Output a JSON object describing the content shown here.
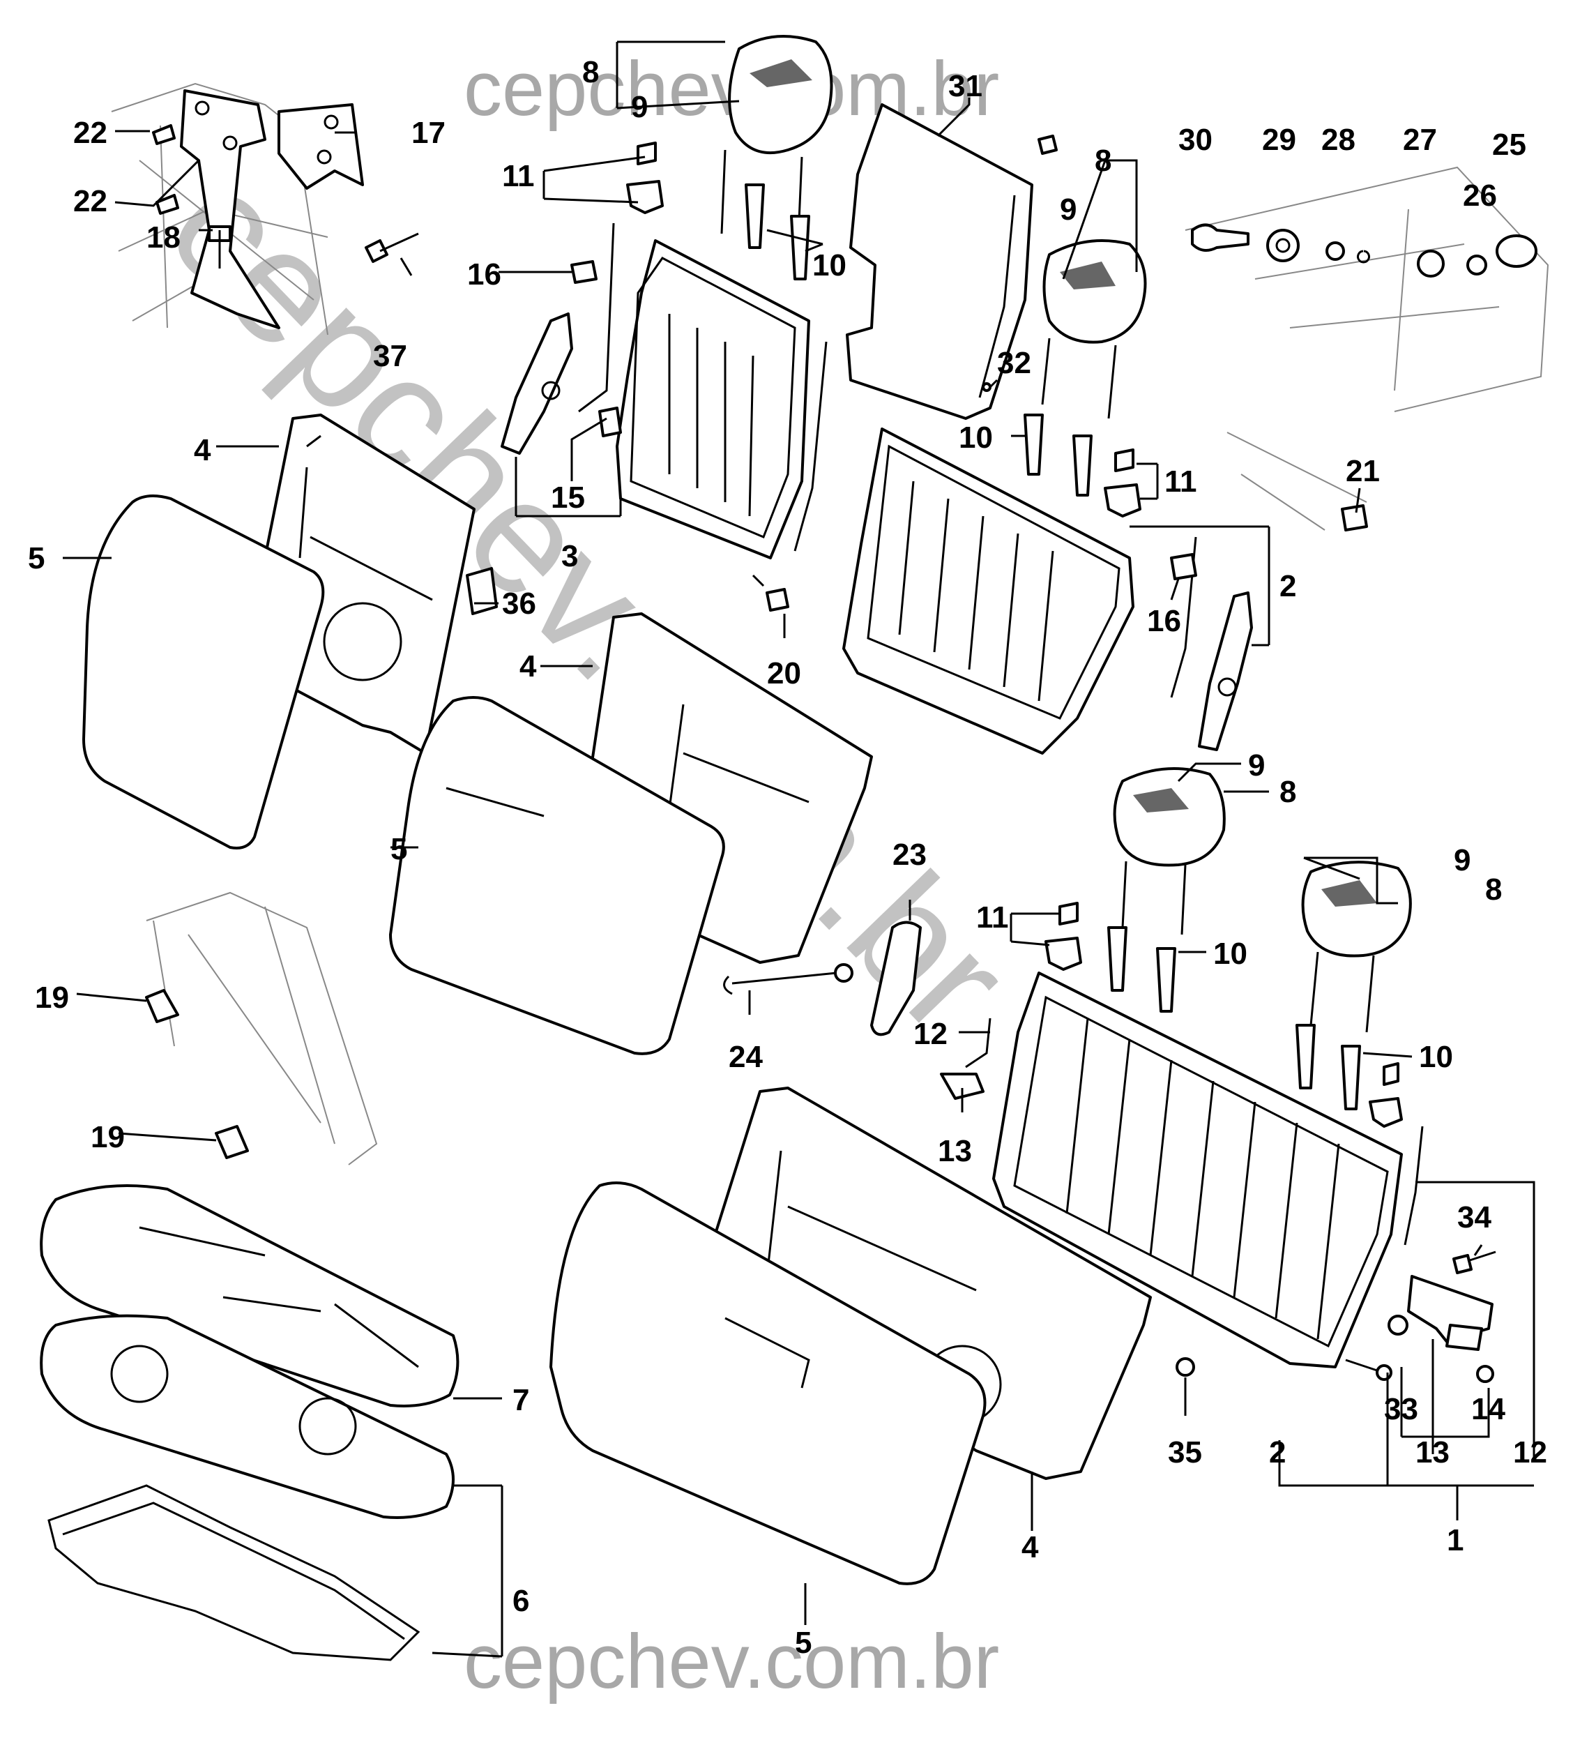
{
  "watermark": {
    "top": "cepchev.com.br",
    "bottom": "cepchev.com.br",
    "diagonal": "cepchev.com.br"
  },
  "callouts": [
    {
      "id": "c8a",
      "text": "8"
    },
    {
      "id": "c9a",
      "text": "9"
    },
    {
      "id": "c31",
      "text": "31"
    },
    {
      "id": "c22a",
      "text": "22"
    },
    {
      "id": "c17",
      "text": "17"
    },
    {
      "id": "c22b",
      "text": "22"
    },
    {
      "id": "c18",
      "text": "18"
    },
    {
      "id": "c37",
      "text": "37"
    },
    {
      "id": "c11a",
      "text": "11"
    },
    {
      "id": "c16a",
      "text": "16"
    },
    {
      "id": "c10a",
      "text": "10"
    },
    {
      "id": "c15",
      "text": "15"
    },
    {
      "id": "c3",
      "text": "3"
    },
    {
      "id": "c4a",
      "text": "4"
    },
    {
      "id": "c5a",
      "text": "5"
    },
    {
      "id": "c36",
      "text": "36"
    },
    {
      "id": "c20",
      "text": "20"
    },
    {
      "id": "c4b",
      "text": "4"
    },
    {
      "id": "c5b",
      "text": "5"
    },
    {
      "id": "c8b",
      "text": "8"
    },
    {
      "id": "c9b",
      "text": "9"
    },
    {
      "id": "c32",
      "text": "32"
    },
    {
      "id": "c10b",
      "text": "10"
    },
    {
      "id": "c11b",
      "text": "11"
    },
    {
      "id": "c30",
      "text": "30"
    },
    {
      "id": "c29",
      "text": "29"
    },
    {
      "id": "c28",
      "text": "28"
    },
    {
      "id": "c27",
      "text": "27"
    },
    {
      "id": "c26",
      "text": "26"
    },
    {
      "id": "c25",
      "text": "25"
    },
    {
      "id": "c21",
      "text": "21"
    },
    {
      "id": "c2a",
      "text": "2"
    },
    {
      "id": "c16b",
      "text": "16"
    },
    {
      "id": "c9c",
      "text": "9"
    },
    {
      "id": "c8c",
      "text": "8"
    },
    {
      "id": "c9d",
      "text": "9"
    },
    {
      "id": "c8d",
      "text": "8"
    },
    {
      "id": "c23",
      "text": "23"
    },
    {
      "id": "c11c",
      "text": "11"
    },
    {
      "id": "c10c",
      "text": "10"
    },
    {
      "id": "c12a",
      "text": "12"
    },
    {
      "id": "c10d",
      "text": "10"
    },
    {
      "id": "c13a",
      "text": "13"
    },
    {
      "id": "c24",
      "text": "24"
    },
    {
      "id": "c19a",
      "text": "19"
    },
    {
      "id": "c19b",
      "text": "19"
    },
    {
      "id": "c7",
      "text": "7"
    },
    {
      "id": "c6",
      "text": "6"
    },
    {
      "id": "c34",
      "text": "34"
    },
    {
      "id": "c33",
      "text": "33"
    },
    {
      "id": "c14",
      "text": "14"
    },
    {
      "id": "c35",
      "text": "35"
    },
    {
      "id": "c2b",
      "text": "2"
    },
    {
      "id": "c13b",
      "text": "13"
    },
    {
      "id": "c12b",
      "text": "12"
    },
    {
      "id": "c1",
      "text": "1"
    },
    {
      "id": "c4c",
      "text": "4"
    },
    {
      "id": "c5c",
      "text": "5"
    }
  ]
}
